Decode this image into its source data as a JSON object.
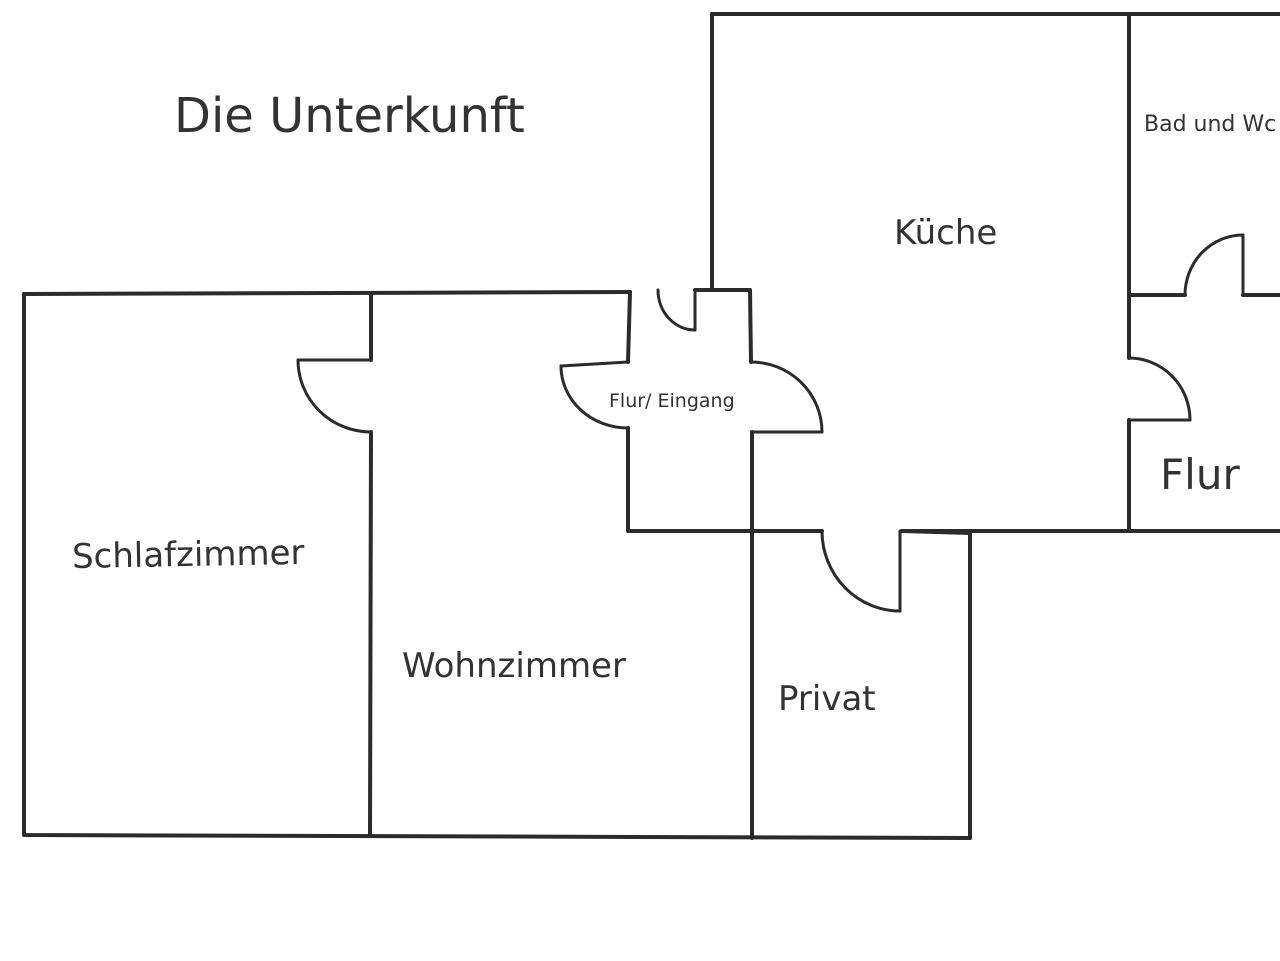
{
  "plan": {
    "title": "Die Unterkunft",
    "rooms": {
      "kueche": "Küche",
      "bad": "Bad und Wc",
      "flur_eingang": "Flur/ Eingang",
      "flur": "Flur",
      "schlafzimmer": "Schlafzimmer",
      "wohnzimmer": "Wohnzimmer",
      "privat": "Privat"
    },
    "colors": {
      "line": "#2b2b2b",
      "text": "#333333",
      "background": "#ffffff"
    }
  }
}
